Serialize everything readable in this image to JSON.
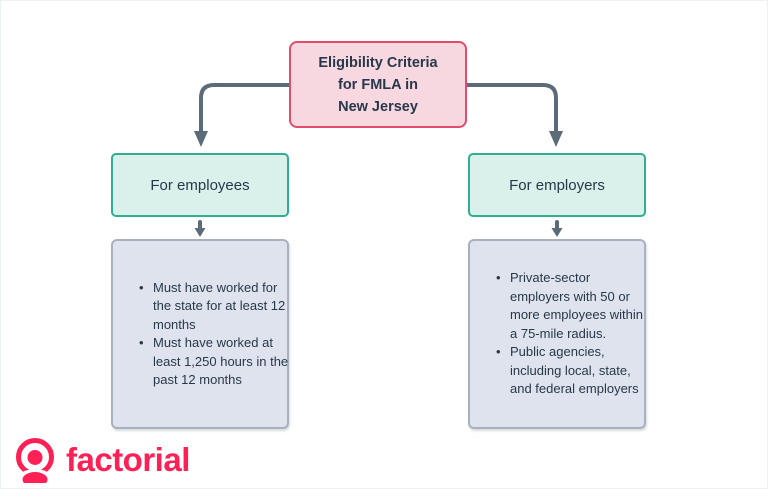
{
  "colors": {
    "title_box_bg": "#f8d8e0",
    "title_box_border": "#e14d6d",
    "category_box_bg": "#d9f1ea",
    "category_box_border": "#31ad93",
    "detail_box_bg": "#dfe3ed",
    "detail_box_border": "#a9b1be",
    "connector": "#5c6b78",
    "text": "#27384a",
    "brand": "#ff2056",
    "canvas_bg": "#ffffff"
  },
  "diagram": {
    "title": "Eligibility Criteria for FMLA in New Jersey",
    "title_lines": [
      "Eligibility Criteria",
      "for FMLA in",
      "New Jersey"
    ],
    "columns": [
      {
        "heading": "For employees",
        "bullets": [
          "Must have worked for the state for at least 12 months",
          "Must have worked at least 1,250 hours in the past 12 months"
        ]
      },
      {
        "heading": "For employers",
        "bullets": [
          "Private-sector employers with 50 or more employees within a 75-mile radius.",
          "Public agencies, including local, state, and federal employers"
        ]
      }
    ]
  },
  "footer": {
    "logo_text": "factorial"
  }
}
